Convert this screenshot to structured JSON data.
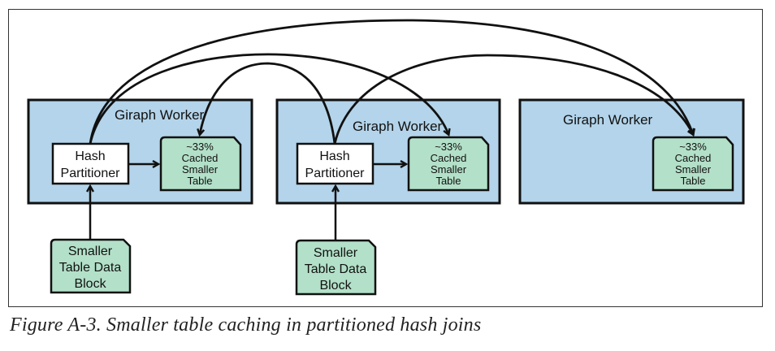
{
  "colors": {
    "worker_fill": "#b3d4ea",
    "node_fill": "#b3e0c8",
    "partitioner_fill": "#ffffff",
    "stroke": "#111111"
  },
  "workers": [
    {
      "label": "Giraph Worker",
      "partitioner": [
        "Hash",
        "Partitioner"
      ],
      "cache": [
        "~33%",
        "Cached",
        "Smaller",
        "Table"
      ],
      "source": [
        "Smaller",
        "Table Data",
        "Block"
      ]
    },
    {
      "label": "Giraph Worker",
      "partitioner": [
        "Hash",
        "Partitioner"
      ],
      "cache": [
        "~33%",
        "Cached",
        "Smaller",
        "Table"
      ],
      "source": [
        "Smaller",
        "Table Data",
        "Block"
      ]
    },
    {
      "label": "Giraph Worker",
      "cache": [
        "~33%",
        "Cached",
        "Smaller",
        "Table"
      ]
    }
  ],
  "edges": [
    {
      "from": "source-1",
      "to": "partitioner-1"
    },
    {
      "from": "source-2",
      "to": "partitioner-2"
    },
    {
      "from": "partitioner-1",
      "to": "cache-1"
    },
    {
      "from": "partitioner-2",
      "to": "cache-2"
    },
    {
      "from": "partitioner-1",
      "to": "cache-2"
    },
    {
      "from": "partitioner-1",
      "to": "cache-3"
    },
    {
      "from": "partitioner-2",
      "to": "cache-1"
    },
    {
      "from": "partitioner-2",
      "to": "cache-3"
    }
  ],
  "caption": "Figure A-3. Smaller table caching in partitioned hash joins"
}
